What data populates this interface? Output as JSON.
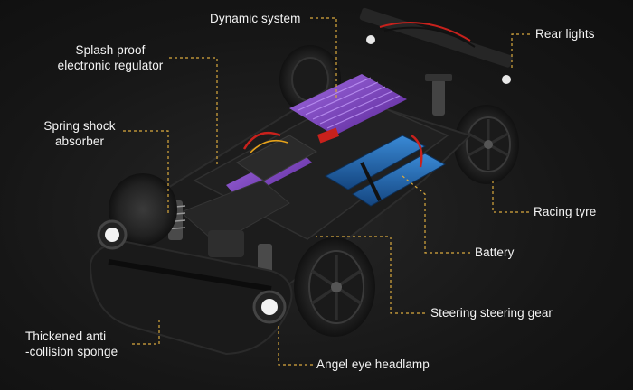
{
  "labels": {
    "dynamic_system": "Dynamic system",
    "rear_lights": "Rear lights",
    "splash_proof": "Splash proof\nelectronic regulator",
    "spring_shock": "Spring shock\nabsorber",
    "racing_tyre": "Racing tyre",
    "battery": "Battery",
    "steering_gear": "Steering steering gear",
    "thickened_sponge": "Thickened anti\n-collision sponge",
    "headlamp": "Angel eye headlamp"
  },
  "colors": {
    "background": "#141414",
    "leader_line": "#d9a93e",
    "accent_purple": "#7a3fc2",
    "battery_blue": "#1f5fa8",
    "wire_red": "#c8211c"
  }
}
